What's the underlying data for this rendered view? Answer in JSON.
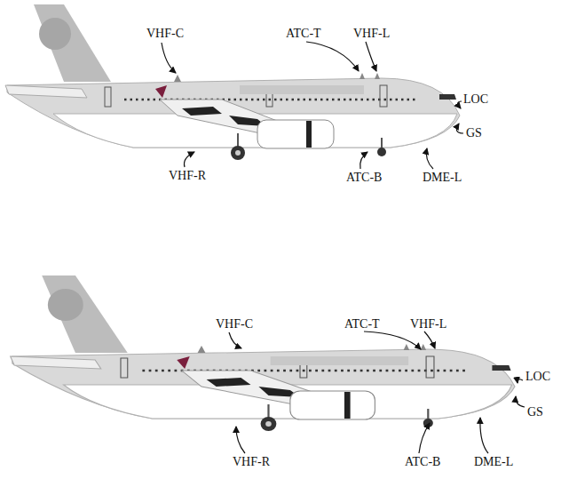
{
  "diagram": {
    "labels": [
      "VHF-C",
      "ATC-T",
      "VHF-L",
      "LOC",
      "GS",
      "VHF-R",
      "ATC-B",
      "DME-L",
      "VHF-C",
      "ATC-T",
      "VHF-L",
      "LOC",
      "GS",
      "VHF-R",
      "ATC-B",
      "DME-L"
    ]
  }
}
